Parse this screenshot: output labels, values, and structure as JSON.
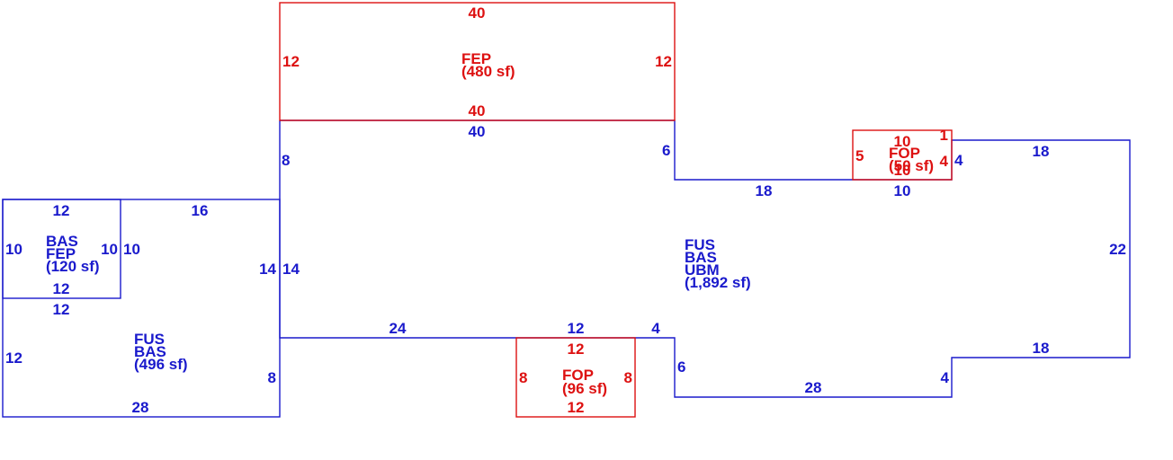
{
  "colors": {
    "living": "#1a1acc",
    "porch": "#dd1111",
    "background": "#ffffff"
  },
  "areas": {
    "main": {
      "line1": "FUS",
      "line2": "BAS",
      "line3": "UBM",
      "line4": "(1,892 sf)"
    },
    "left_lower": {
      "line1": "FUS",
      "line2": "BAS",
      "line3": "(496 sf)"
    },
    "left_upper": {
      "line1": "BAS",
      "line2": "FEP",
      "line3": "(120 sf)"
    },
    "top_porch": {
      "line1": "FEP",
      "line2": "(480 sf)"
    },
    "bottom_porch": {
      "line1": "FOP",
      "line2": "(96 sf)"
    },
    "small_porch": {
      "line1": "FOP",
      "line2": "(50 sf)"
    }
  },
  "dimensions": {
    "top_porch": {
      "top": "40",
      "bottom": "40",
      "left": "12",
      "right": "12"
    },
    "main": {
      "top": "40",
      "left_upper": "8",
      "right_step": "6",
      "step_bottom": "18",
      "porch_bottom": "10",
      "right_upper": "4",
      "top_right": "18",
      "far_right": "22",
      "lower_right_top": "18",
      "lower_right_step": "4",
      "bottom": "28",
      "bottom_left_vert": "6",
      "bottom_left_horiz": "4",
      "bottom_mid": "12",
      "bottom_left": "24",
      "left_inner": "14"
    },
    "left_upper": {
      "top": "12",
      "bottom": "12",
      "left": "10",
      "right": "10"
    },
    "left_lower": {
      "top_left": "12",
      "top_right": "16",
      "right": "10",
      "mid_right": "14",
      "left": "12",
      "lower_right": "8",
      "bottom": "28"
    },
    "bottom_porch": {
      "top": "12",
      "bottom": "12",
      "left": "8",
      "right": "8"
    },
    "small_porch": {
      "top": "10",
      "left": "5",
      "right_top": "1",
      "right": "4",
      "bottom": "10"
    }
  }
}
